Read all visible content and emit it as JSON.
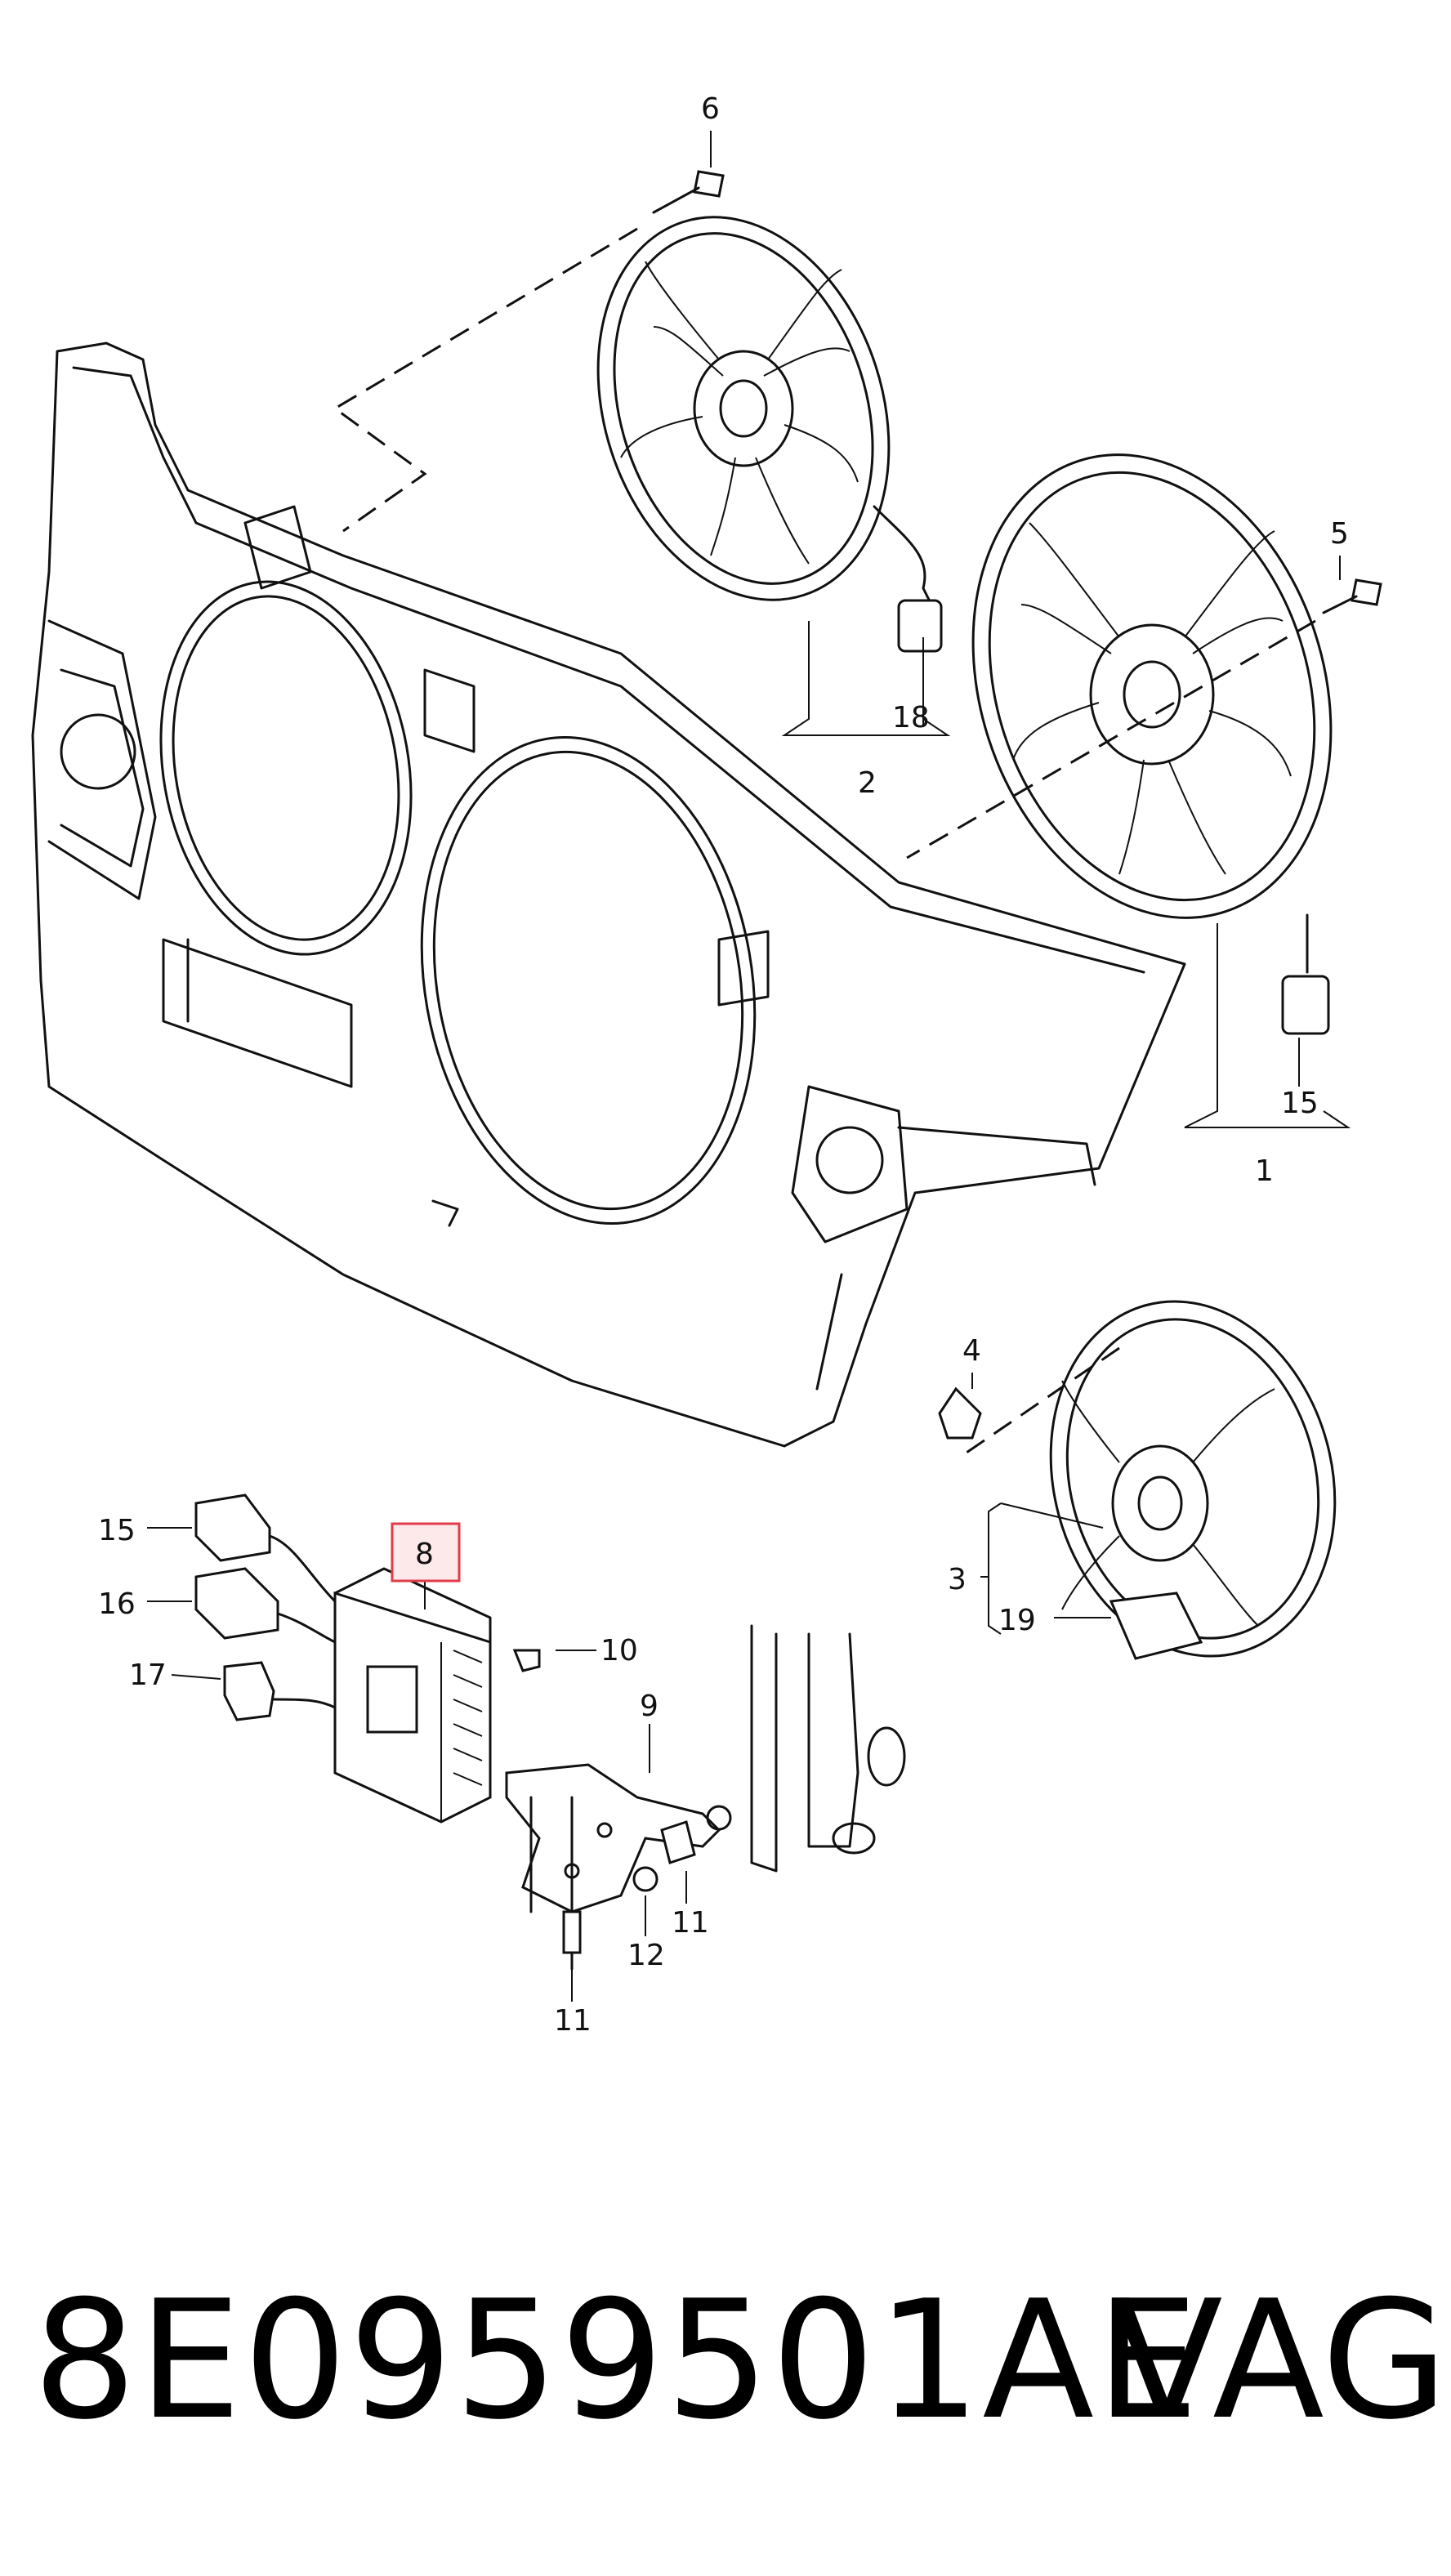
{
  "labels": {
    "l1": "1",
    "l2": "2",
    "l3": "3",
    "l4": "4",
    "l5": "5",
    "l6": "6",
    "l8": "8",
    "l9": "9",
    "l10": "10",
    "l11a": "11",
    "l11b": "11",
    "l12": "12",
    "l15a": "15",
    "l15b": "15",
    "l16": "16",
    "l17": "17",
    "l18": "18",
    "l19": "19"
  },
  "highlight_color": "#e03c4a",
  "caption": {
    "part_number": "8E0959501AE",
    "brand": "VAG"
  }
}
